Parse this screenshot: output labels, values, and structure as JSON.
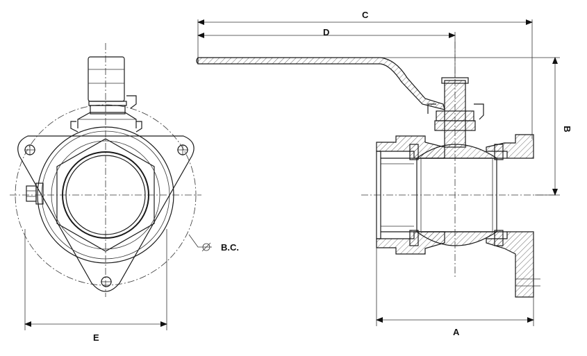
{
  "labels": {
    "dim_a": "A",
    "dim_b": "B",
    "dim_c": "C",
    "dim_d": "D",
    "dim_e": "E",
    "diameter_symbol": "Ø",
    "bolt_circle": "B.C."
  },
  "colors": {
    "line": "#1a1a1a",
    "background": "#ffffff"
  }
}
